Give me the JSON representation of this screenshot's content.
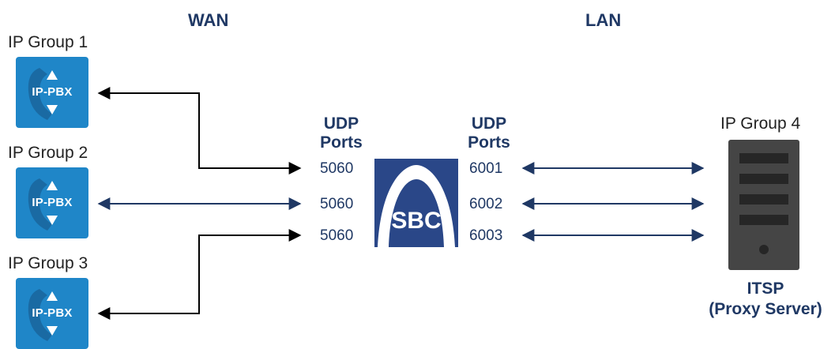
{
  "zones": {
    "wan": "WAN",
    "lan": "LAN"
  },
  "ip_groups": [
    {
      "label": "IP Group 1",
      "device": "IP-PBX"
    },
    {
      "label": "IP Group 2",
      "device": "IP-PBX"
    },
    {
      "label": "IP Group 3",
      "device": "IP-PBX"
    }
  ],
  "wan_ports": {
    "heading_line1": "UDP",
    "heading_line2": "Ports",
    "ports": [
      "5060",
      "5060",
      "5060"
    ]
  },
  "lan_ports": {
    "heading_line1": "UDP",
    "heading_line2": "Ports",
    "ports": [
      "6001",
      "6002",
      "6003"
    ]
  },
  "sbc": {
    "label": "SBC"
  },
  "ip_group_4": {
    "label": "IP Group 4",
    "name_line1": "ITSP",
    "name_line2": "(Proxy Server)"
  },
  "colors": {
    "pbx_blue": "#1f86c8",
    "sbc_navy": "#2a4788",
    "label_navy": "#1f3864",
    "server_gray": "#454545",
    "arrow_navy": "#1f3864",
    "arrow_black": "#000000"
  }
}
